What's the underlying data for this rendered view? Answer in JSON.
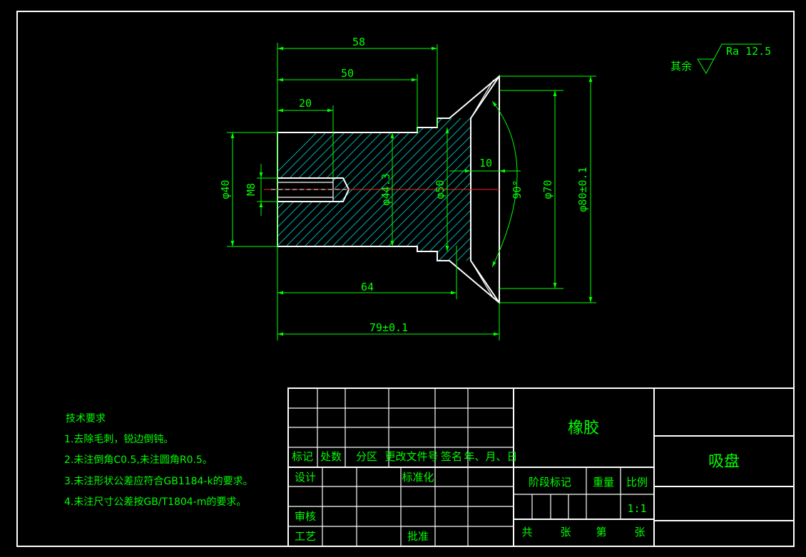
{
  "dimensions": {
    "len_58": "58",
    "len_50": "50",
    "len_20": "20",
    "len_10": "10",
    "len_64": "64",
    "len_79": "79±0.1",
    "dia_40": "φ40",
    "thread_m8": "M8",
    "dia_44_3": "φ44.3",
    "dia_50": "φ50",
    "angle_90": "90°",
    "dia_70": "φ70",
    "dia_80": "φ80±0.1"
  },
  "roughness": {
    "prefix": "其余",
    "value": "Ra 12.5"
  },
  "tech_notes": {
    "title": "技术要求",
    "items": [
      "1.去除毛刺，锐边倒钝。",
      "2.未注倒角C0.5,未注圆角R0.5。",
      "3.未注形状公差应符合GB1184-k的要求。",
      "4.未注尺寸公差按GB/T1804-m的要求。"
    ]
  },
  "title_block": {
    "revision_headers": [
      "标记",
      "处数",
      "分区",
      "更改文件号",
      "签名",
      "年、月、日"
    ],
    "design": "设计",
    "standardization": "标准化",
    "review": "审核",
    "process": "工艺",
    "approve": "批准",
    "material": "橡胶",
    "part_name": "吸盘",
    "stage_mark": "阶段标记",
    "weight": "重量",
    "scale_label": "比例",
    "scale_value": "1:1",
    "total": "共",
    "sheet1": "张",
    "page": "第",
    "sheet2": "张"
  }
}
